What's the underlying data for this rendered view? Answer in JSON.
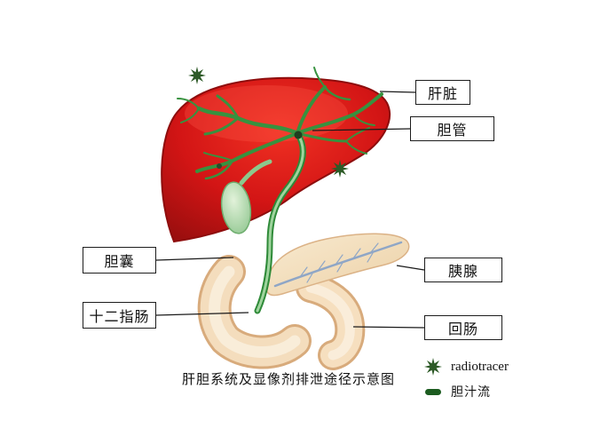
{
  "labels": {
    "liver": "肝脏",
    "bile_duct": "胆管",
    "gallbladder": "胆囊",
    "duodenum": "十二指肠",
    "pancreas": "胰腺",
    "ileum": "回肠"
  },
  "caption": "肝胆系统及显像剂排泄途径示意图",
  "legend": {
    "radiotracer": "radiotracer",
    "bile": "胆汁流"
  },
  "colors": {
    "liver_red": "#d31515",
    "liver_edge": "#8e0d0d",
    "duct_green": "#37923f",
    "duct_light_green": "#9fd49d",
    "gallbladder_green": "#a9d4a3",
    "pancreas_tan": "#f2dcba",
    "intestine_tan": "#f4ddbd",
    "pancreatic_duct_blue": "#8fa6c6",
    "radiotracer_star": "#2d5a27",
    "bile_capsule": "#1c5c20",
    "connector_black": "#1a1a1a"
  }
}
